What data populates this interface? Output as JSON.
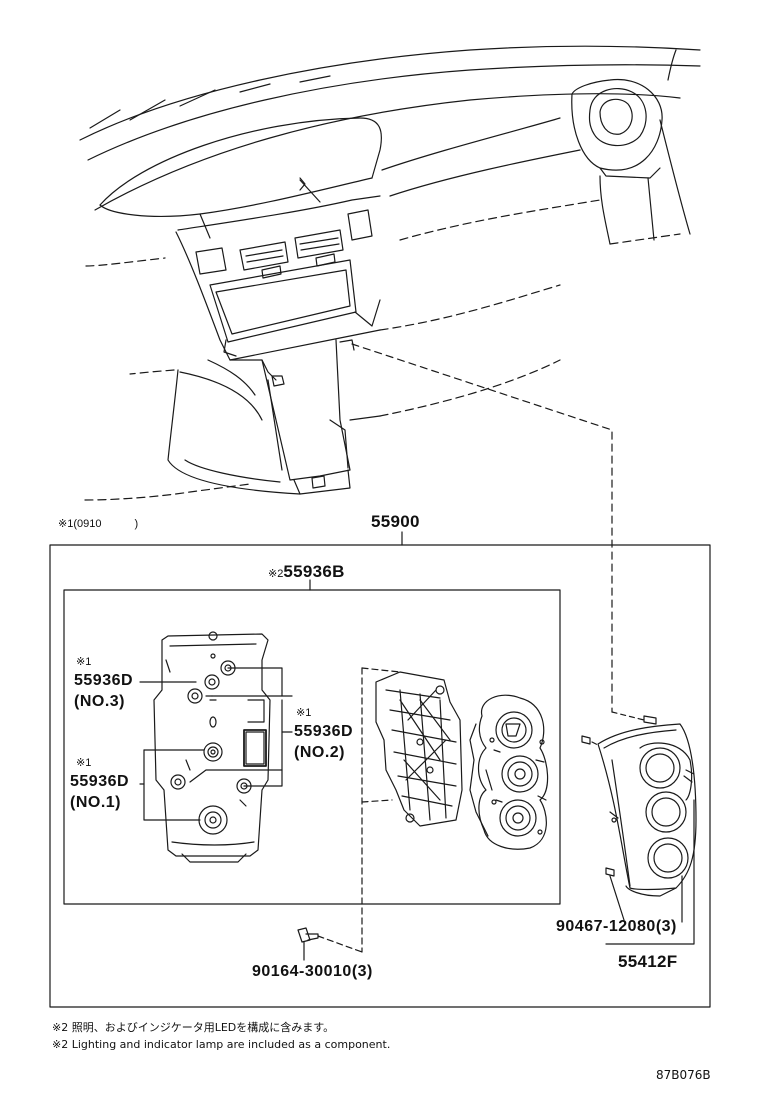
{
  "diagram": {
    "code": "87B076B",
    "note_range": {
      "mark": "※1",
      "text": "(0910　　　)"
    },
    "parts": {
      "assembly": "55900",
      "panel_sub": {
        "mark": "※2",
        "number": "55936B"
      },
      "base_no3": {
        "mark": "※1",
        "number": "55936D",
        "sub": "(NO.3)"
      },
      "base_no2": {
        "mark": "※1",
        "number": "55936D",
        "sub": "(NO.2)"
      },
      "base_no1": {
        "mark": "※1",
        "number": "55936D",
        "sub": "(NO.1)"
      },
      "screw": "90164-30010(3)",
      "clip": "90467-12080(3)",
      "bezel": "55412F"
    },
    "footnotes": [
      "※2 照明、およびインジケータ用LEDを構成に含みます。",
      "※2 Lighting and indicator lamp are included as a component."
    ]
  },
  "colors": {
    "line": "#1a1a1a",
    "background": "#ffffff"
  }
}
